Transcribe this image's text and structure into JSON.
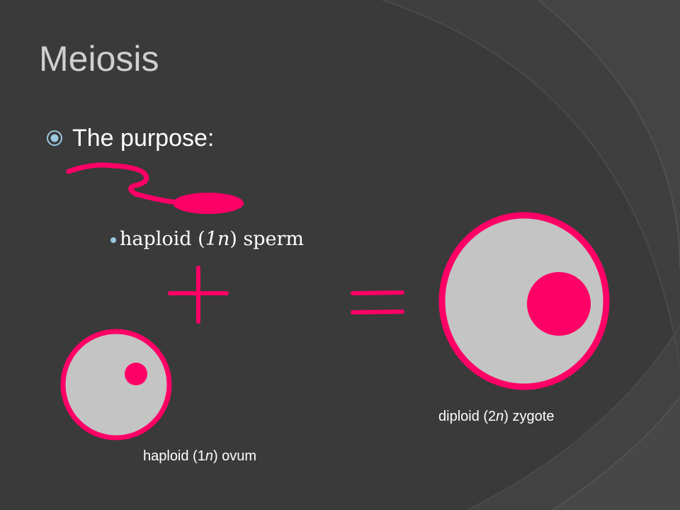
{
  "title": "Meiosis",
  "bullet": {
    "text": "The purpose:",
    "icon": "target-bullet-icon"
  },
  "sub_bullet": {
    "prefix": "haploid (",
    "italic_1": "1",
    "italic_n": "n",
    "suffix": ") sperm"
  },
  "labels": {
    "ovum": {
      "prefix": "haploid (1",
      "italic": "n",
      "suffix": ") ovum"
    },
    "zygote": {
      "prefix": "diploid (2",
      "italic": "n",
      "suffix": ") zygote"
    }
  },
  "colors": {
    "background": "#3a3a3a",
    "ink": "#ff0066",
    "cell_fill": "#c4c4c4",
    "title": "#cfcfcf",
    "accent": "#9cc8e0"
  }
}
